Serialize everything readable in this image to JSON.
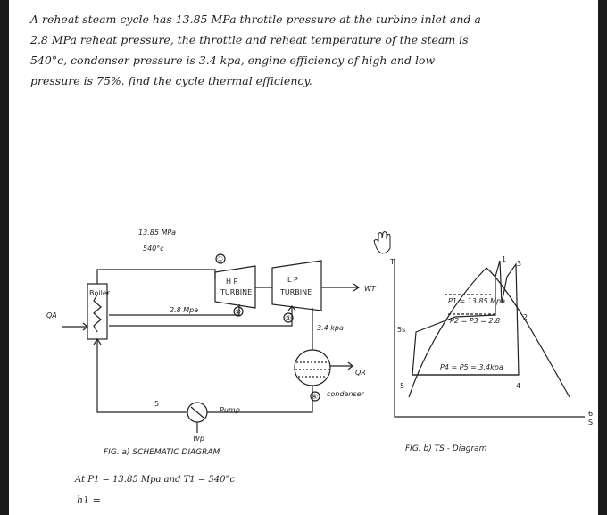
{
  "problem": {
    "lines": [
      "A reheat steam cycle has 13.85 MPa throttle pressure at the turbine inlet and a",
      "2.8 MPa reheat pressure, the throttle and reheat temperature of the steam is",
      "540°c, condenser pressure is 3.4 kpa, engine efficiency of high and low",
      "pressure is 75%. find the cycle thermal efficiency."
    ]
  },
  "schematic": {
    "boiler_label": "Boiler",
    "qa_label": "QA",
    "throttle_pressure": "13.85 MPa",
    "throttle_temp": "540°c",
    "state1": "①",
    "hp_label_1": "H P",
    "hp_label_2": "TURBINE",
    "lp_label_1": "L P",
    "lp_label_2": "TURBINE",
    "reheat_pressure": "2.8 Mpa",
    "state2": "②",
    "state3": "③",
    "wt_label": "WT",
    "cond_pressure": "3.4 kpa",
    "qr_label": "QR",
    "state4": "④",
    "condenser_label": "condenser",
    "state5": "5",
    "pump_label": "Pump",
    "wp_label": "Wp",
    "caption": "FIG. a) SCHEMATIC DIAGRAM"
  },
  "ts_diagram": {
    "t_axis": "T",
    "s_axis": "S",
    "p1_label": "P1 = 13.85 Mpa",
    "p2_label": "P2 = P3 = 2.8",
    "p4_label": "P4 = P5 = 3.4kpa",
    "pt1": "1",
    "pt2": "2",
    "pt3": "3",
    "pt4": "4",
    "pt5": "5",
    "pt6": "6",
    "pt5s": "5s",
    "caption": "FIG. b) TS - Diagram"
  },
  "solution": {
    "line1": "At P1 = 13.85 Mpa and T1 = 540°c",
    "line2": "h1 ="
  },
  "colors": {
    "ink": "#222222",
    "background": "#1c1c1c",
    "paper": "#ffffff"
  },
  "icons": {
    "hand": "hand-cursor-icon"
  }
}
